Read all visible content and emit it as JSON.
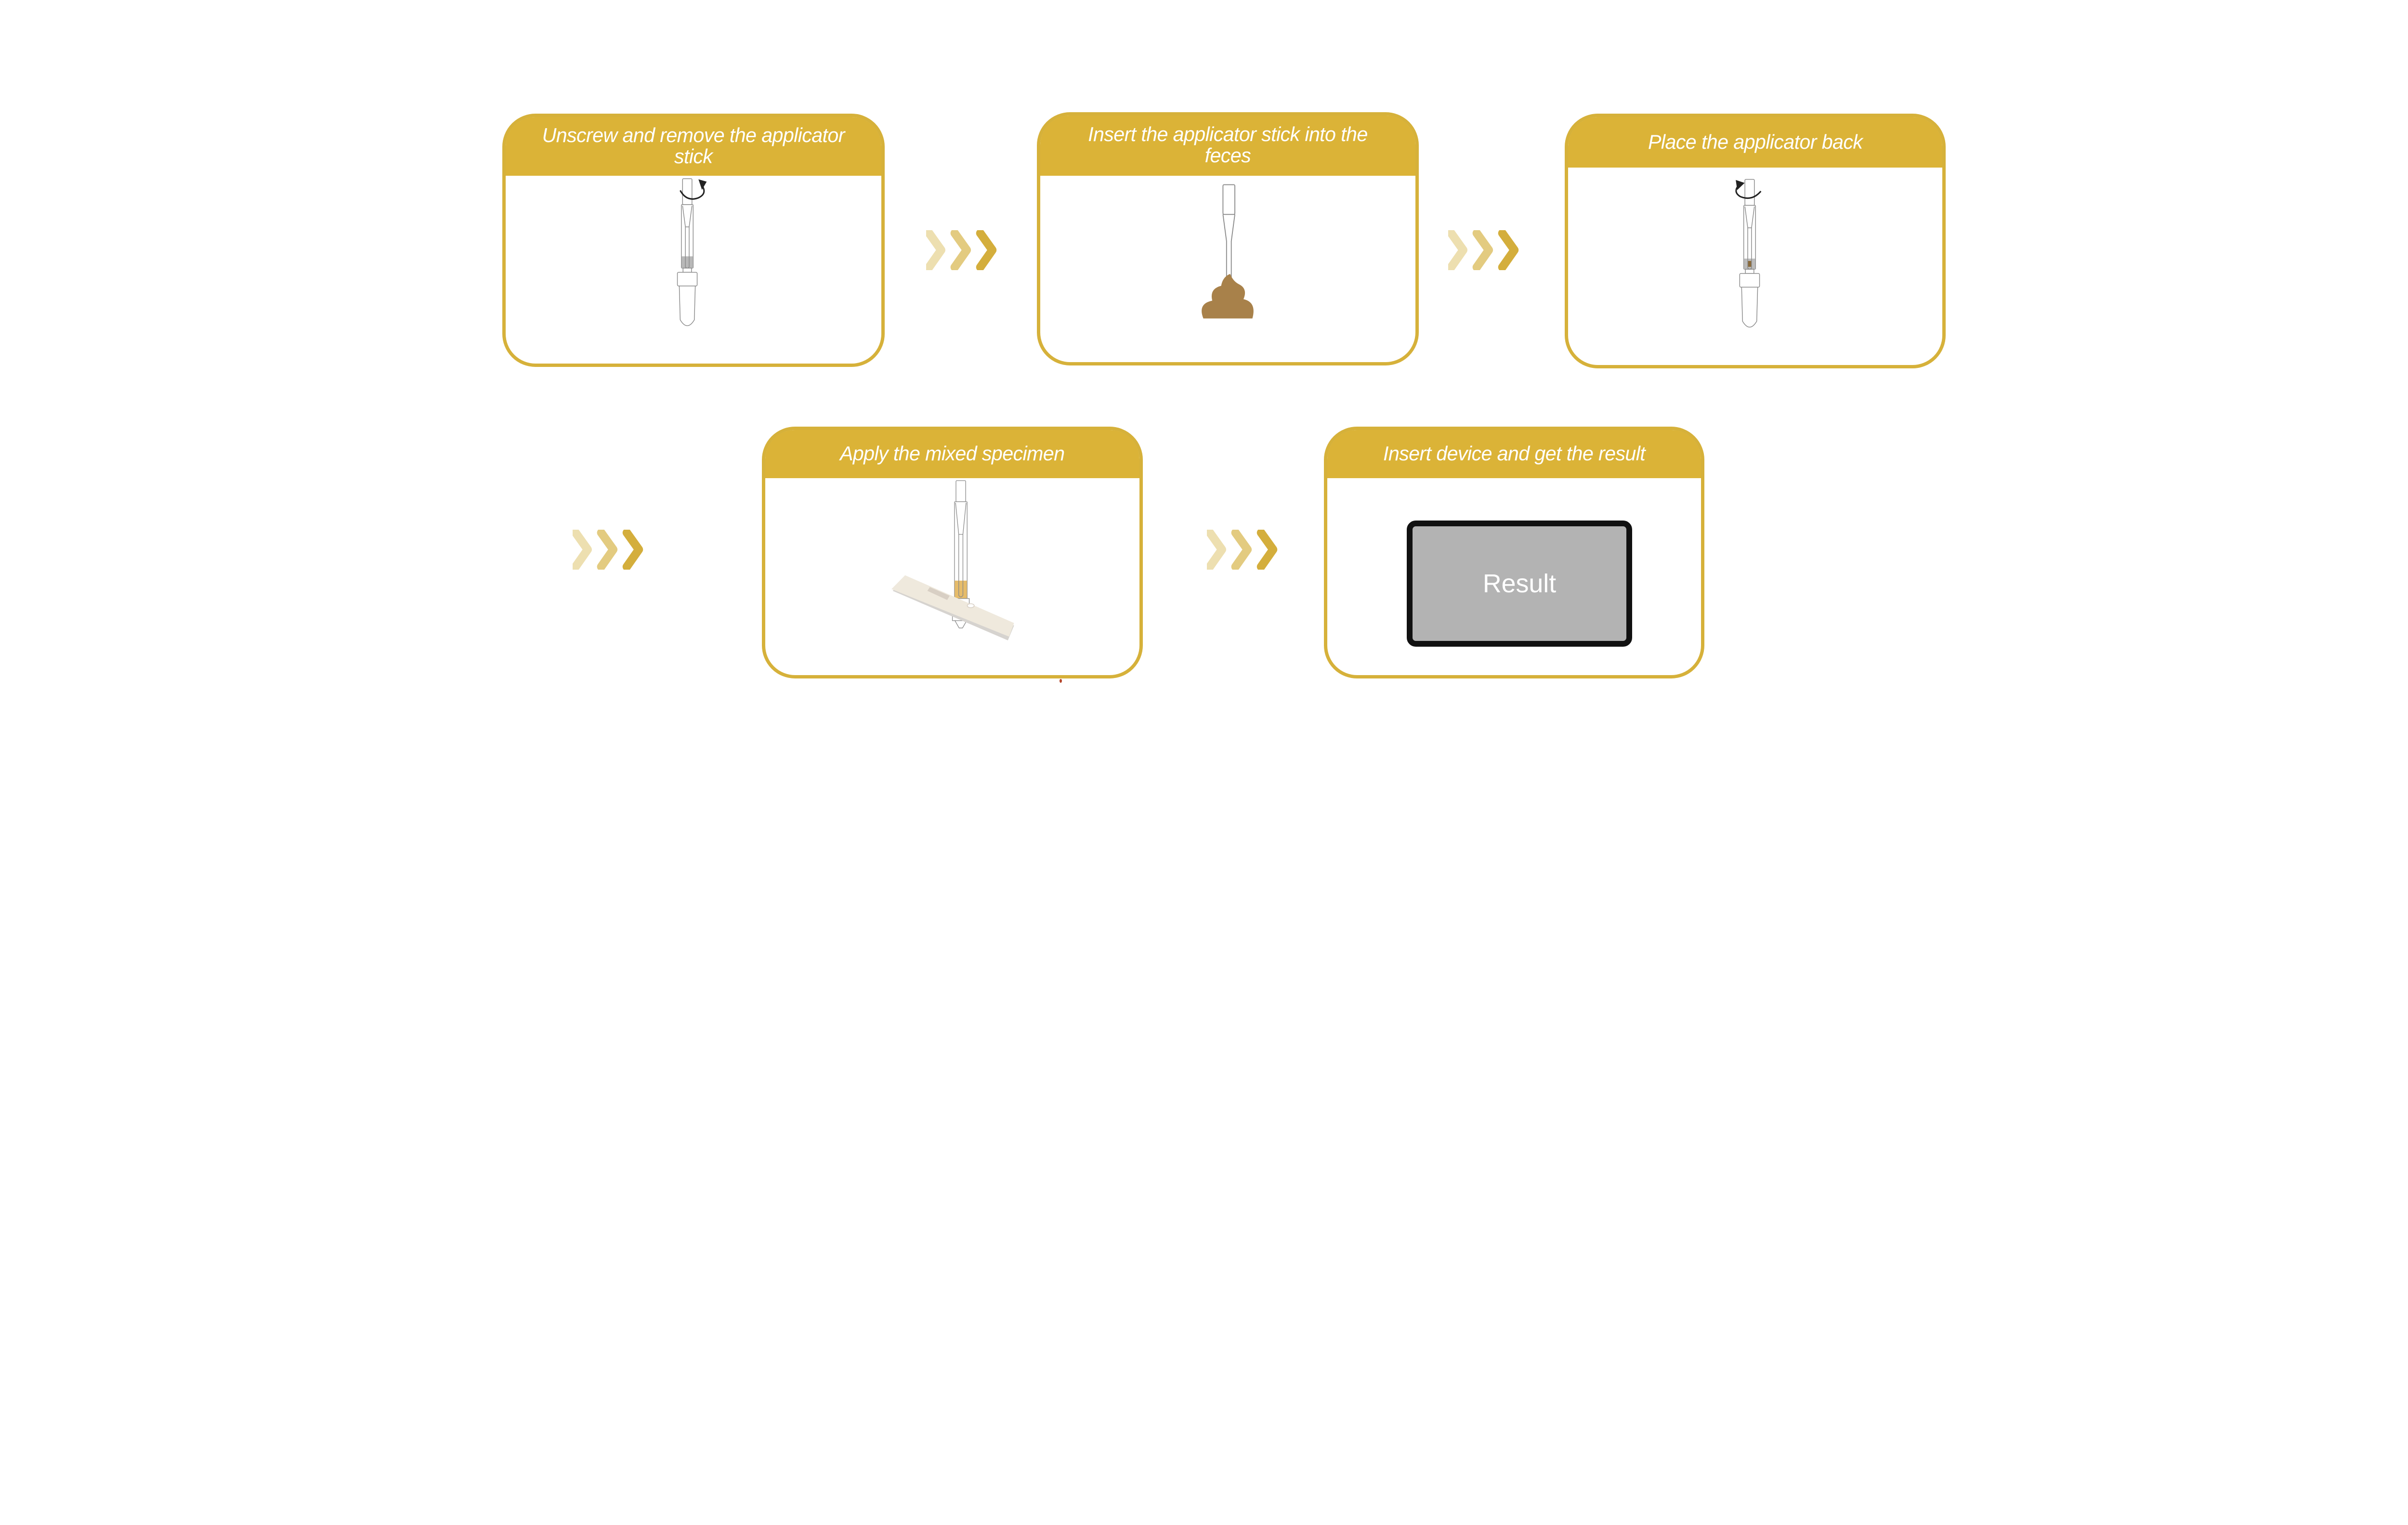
{
  "steps": [
    {
      "title": "Unscrew and remove the applicator stick",
      "icon": "tube-unscrew-icon"
    },
    {
      "title": "Insert the applicator stick into the feces",
      "icon": "stick-in-feces-icon"
    },
    {
      "title": "Place the applicator back",
      "icon": "tube-screw-back-icon"
    },
    {
      "title": "Apply the mixed specimen",
      "icon": "tube-drop-on-cassette-icon"
    },
    {
      "title": "Insert device and get the result",
      "icon": "result-device-icon"
    }
  ],
  "result_label": "Result",
  "colors": {
    "accent": "#dbb337",
    "border": "#d6b13a",
    "chevron_light": "#eddfb0",
    "chevron_mid": "#e3cb80",
    "chevron_dark": "#d4ae3c",
    "feces": "#a8814a",
    "liquid": "#e6bc6a",
    "result_fill": "#b3b3b3"
  }
}
